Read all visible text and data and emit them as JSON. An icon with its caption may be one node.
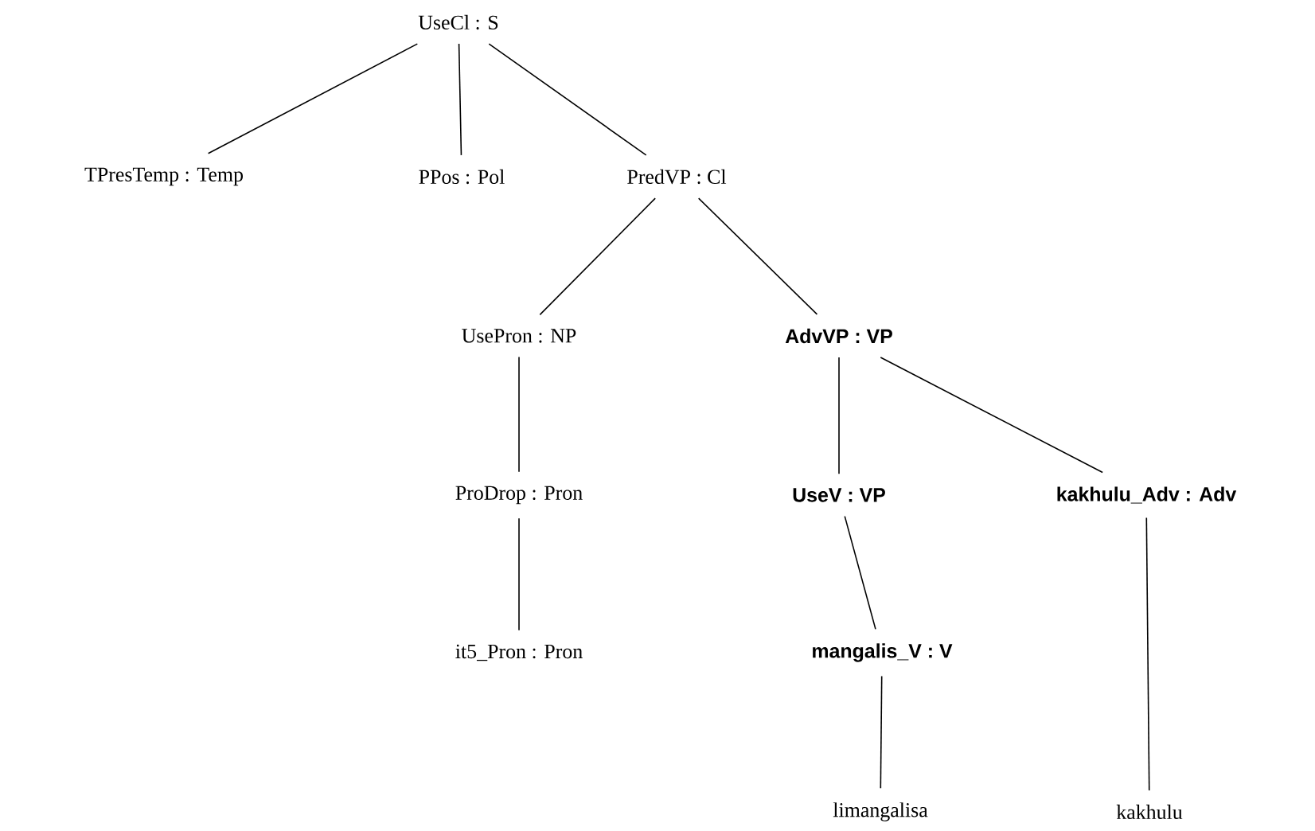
{
  "diagram": {
    "nodes": [
      {
        "text": [
          "UseCl : S"
        ]
      },
      {
        "text": [
          "TPresTemp : Temp"
        ]
      },
      {
        "text": [
          "PPos : Pol"
        ]
      },
      {
        "text": [
          "PredVP : Cl"
        ]
      },
      {
        "text": [
          "UsePron : NP"
        ]
      },
      {
        "text": [
          "AdvVP : VP"
        ]
      },
      {
        "text": [
          "ProDrop : Pron"
        ]
      },
      {
        "text": [
          "UseV : VP"
        ]
      },
      {
        "text": [
          "kakhulu_Adv : Adv"
        ]
      },
      {
        "text": [
          "it5_Pron : Pron"
        ]
      },
      {
        "text": [
          "mangalis_V : V"
        ]
      },
      {
        "text": [
          "limangalisa"
        ]
      },
      {
        "text": [
          "kakhulu"
        ]
      }
    ],
    "edges": [
      {
        "from": 0,
        "to": 1,
        "arrow": "none"
      },
      {
        "from": 0,
        "to": 2,
        "arrow": "none"
      },
      {
        "from": 0,
        "to": 3,
        "arrow": "none"
      },
      {
        "from": 3,
        "to": 4,
        "arrow": "none"
      },
      {
        "from": 3,
        "to": 5,
        "arrow": "none"
      },
      {
        "from": 4,
        "to": 6,
        "arrow": "none"
      },
      {
        "from": 5,
        "to": 7,
        "arrow": "none"
      },
      {
        "from": 5,
        "to": 8,
        "arrow": "none"
      },
      {
        "from": 6,
        "to": 9,
        "arrow": "none"
      },
      {
        "from": 7,
        "to": 10,
        "arrow": "none"
      },
      {
        "from": 10,
        "to": 11,
        "arrow": "none"
      },
      {
        "from": 8,
        "to": 12,
        "arrow": "none"
      }
    ]
  }
}
